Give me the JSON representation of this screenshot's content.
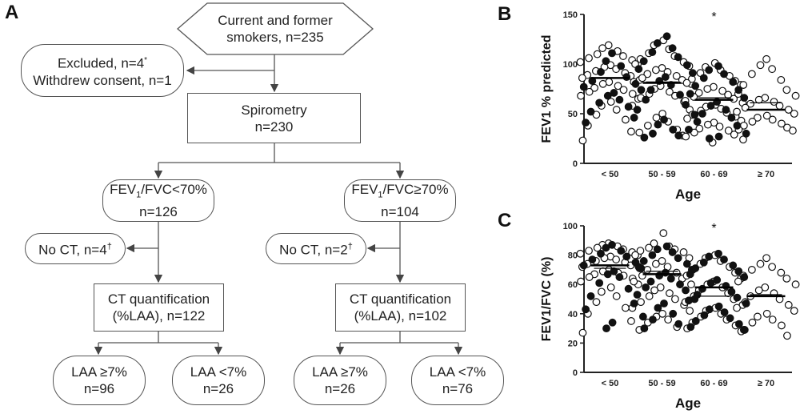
{
  "figure": {
    "panel_a": "A",
    "panel_b": "B",
    "panel_c": "C"
  },
  "flowchart": {
    "start": {
      "line1": "Current and former",
      "line2": "smokers, n=235"
    },
    "excluded": {
      "line1": "Excluded, n=4",
      "sup": "*",
      "line2": "Withdrew consent, n=1"
    },
    "spirometry": {
      "line1": "Spirometry",
      "line2": "n=230"
    },
    "left_ratio": {
      "pre": "FEV",
      "sub": "1",
      "post": "/FVC<70%",
      "n": "n=126"
    },
    "right_ratio": {
      "pre": "FEV",
      "sub": "1",
      "post": "/FVC≥70%",
      "n": "n=104"
    },
    "left_noct": {
      "text": "No CT, n=4",
      "sup": "†"
    },
    "right_noct": {
      "text": "No CT, n=2",
      "sup": "†"
    },
    "left_ct": {
      "line1": "CT quantification",
      "line2": "(%LAA), n=122"
    },
    "right_ct": {
      "line1": "CT quantification",
      "line2": "(%LAA), n=102"
    },
    "leaves": [
      {
        "line1": "LAA ≥7%",
        "line2": "n=96"
      },
      {
        "line1": "LAA <7%",
        "line2": "n=26"
      },
      {
        "line1": "LAA ≥7%",
        "line2": "n=26"
      },
      {
        "line1": "LAA <7%",
        "line2": "n=76"
      }
    ]
  },
  "chart_data": [
    {
      "type": "scatter",
      "panel": "B",
      "ylabel": "FEV1 % predicted",
      "xlabel": "Age",
      "categories": [
        "< 50",
        "50 - 59",
        "60 - 69",
        "≥ 70"
      ],
      "ylim": [
        0,
        150
      ],
      "yticks": [
        0,
        50,
        100,
        150
      ],
      "significance": [
        {
          "category": "60 - 69",
          "mark": "*"
        }
      ],
      "medians": [
        86,
        81,
        64,
        54
      ],
      "means": [
        86,
        82,
        66,
        61
      ],
      "series": [
        {
          "marker": "open",
          "values": [
            [
              119,
              116,
              113,
              110,
              108,
              106,
              104,
              102,
              100,
              99,
              97,
              95,
              93,
              91,
              89,
              88,
              86,
              84,
              82,
              80,
              78,
              76,
              74,
              72,
              70,
              68,
              65,
              62,
              58,
              54,
              49,
              44,
              38,
              32,
              23
            ],
            [
              124,
              119,
              115,
              111,
              108,
              105,
              102,
              100,
              98,
              96,
              94,
              92,
              90,
              88,
              86,
              84,
              82,
              80,
              78,
              75,
              72,
              70,
              68,
              66,
              62,
              58,
              54,
              50,
              46,
              42,
              38,
              34,
              31,
              28
            ],
            [
              101,
              97,
              94,
              91,
              88,
              85,
              83,
              81,
              79,
              77,
              75,
              73,
              71,
              69,
              67,
              65,
              63,
              61,
              59,
              57,
              55,
              53,
              51,
              49,
              47,
              45,
              43,
              41,
              39,
              37,
              35,
              33,
              31,
              29,
              27,
              24,
              21
            ],
            [
              105,
              99,
              95,
              90,
              84,
              79,
              74,
              70,
              68,
              66,
              64,
              62,
              60,
              58,
              56,
              54,
              52,
              50,
              48,
              46,
              44,
              42,
              40,
              38,
              36,
              34,
              33
            ]
          ]
        },
        {
          "marker": "filled",
          "values": [
            [
              111,
              103,
              98,
              92,
              87,
              83,
              80,
              77,
              74,
              71,
              68,
              64,
              61,
              57,
              52,
              46,
              41
            ],
            [
              128,
              121,
              116,
              112,
              107,
              103,
              99,
              95,
              91,
              87,
              83,
              79,
              74,
              69,
              64,
              59,
              54,
              49,
              44,
              39,
              34,
              30,
              28,
              26
            ],
            [
              98,
              94,
              90,
              86,
              82,
              78,
              74,
              70,
              66,
              62,
              58,
              54,
              50,
              46,
              42,
              38,
              34,
              30,
              27,
              25
            ],
            []
          ]
        }
      ]
    },
    {
      "type": "scatter",
      "panel": "C",
      "ylabel": "FEV1/FVC (%)",
      "xlabel": "Age",
      "categories": [
        "< 50",
        "50 - 59",
        "60 - 69",
        "≥ 70"
      ],
      "ylim": [
        0,
        100
      ],
      "yticks": [
        0,
        20,
        40,
        60,
        80,
        100
      ],
      "significance": [
        {
          "category": "60 - 69",
          "mark": "*"
        }
      ],
      "medians": [
        73,
        67,
        58,
        52
      ],
      "means": [
        71,
        69,
        52,
        53
      ],
      "series": [
        {
          "marker": "open",
          "values": [
            [
              88,
              87,
              86,
              85,
              84,
              83,
              82,
              81,
              80,
              79,
              78,
              77,
              76,
              75,
              74,
              73,
              72,
              71,
              70,
              69,
              68,
              67,
              66,
              65,
              64,
              62,
              60,
              58,
              55,
              52,
              48,
              44,
              40,
              35,
              27
            ],
            [
              95,
              88,
              86,
              85,
              84,
              83,
              82,
              80,
              78,
              76,
              74,
              72,
              70,
              68,
              66,
              64,
              62,
              60,
              58,
              56,
              54,
              52,
              50,
              48,
              46,
              44,
              42,
              40,
              38,
              36,
              34,
              31,
              29
            ],
            [
              80,
              78,
              76,
              74,
              72,
              70,
              68,
              66,
              64,
              62,
              60,
              58,
              56,
              54,
              52,
              50,
              48,
              46,
              44,
              42,
              40,
              38,
              36,
              34,
              32,
              30,
              28
            ],
            [
              78,
              74,
              72,
              70,
              68,
              66,
              64,
              62,
              60,
              58,
              56,
              54,
              52,
              50,
              48,
              46,
              44,
              42,
              40,
              38,
              36,
              34,
              32,
              29,
              25
            ]
          ]
        },
        {
          "marker": "filled",
          "values": [
            [
              87,
              85,
              83,
              81,
              79,
              77,
              75,
              73,
              71,
              69,
              67,
              65,
              61,
              57,
              52,
              47,
              43,
              38,
              34,
              30
            ],
            [
              86,
              84,
              82,
              80,
              78,
              76,
              74,
              72,
              70,
              68,
              66,
              64,
              62,
              60,
              58,
              56,
              53,
              50,
              47,
              44,
              40,
              36,
              33,
              30
            ],
            [
              81,
              79,
              77,
              75,
              73,
              71,
              69,
              67,
              65,
              63,
              61,
              59,
              57,
              55,
              53,
              51,
              49,
              47,
              45,
              43,
              41,
              39,
              37,
              35,
              33,
              31,
              29
            ],
            []
          ]
        }
      ]
    }
  ]
}
